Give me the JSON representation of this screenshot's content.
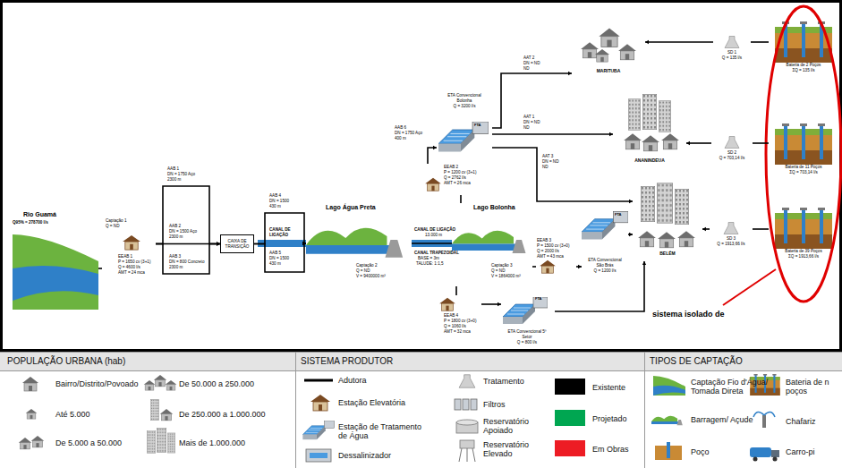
{
  "diagram": {
    "nodes": [
      {
        "text": [
          "Rio Guamá",
          "Q95% = 278700 l/s"
        ]
      },
      {
        "text": [
          "Captação 1",
          "Q = ND",
          "EEAB 1",
          "P = 1650 cv (3+1)",
          "Q = 4600 l/s",
          "AMT = 24 mca"
        ]
      },
      {
        "text": [
          "CAIXA DE TRANSIÇÃO"
        ]
      },
      {
        "text": [
          "Lago Água Preta",
          "Captação 2",
          "Q = ND",
          "V = 9400000 m³"
        ]
      },
      {
        "text": [
          "Lago Bolonha",
          "Captação 3",
          "Q = ND",
          "V = 1864000 m³"
        ]
      },
      {
        "text": [
          "EEAB 2",
          "P = 1200 cv (3+1)",
          "Q = 2762 l/s",
          "AMT = 26 mca"
        ]
      },
      {
        "text": [
          "ETA Convencional Bolonha",
          "Q = 3200 l/s",
          "FTA"
        ]
      },
      {
        "text": [
          "EEAB 3",
          "P = 1500 cv (3+0)",
          "Q = 2000 l/s",
          "AMT = 43 mca"
        ]
      },
      {
        "text": [
          "FTA",
          "ETA Convencional São Brás",
          "Q = 1200 l/s"
        ]
      },
      {
        "text": [
          "EEAB 4",
          "P = 1800 cv (3+0)",
          "Q = 1060 l/s",
          "AMT = 32 mca"
        ]
      },
      {
        "text": [
          "FTA",
          "ETA Convencional 5º Setor",
          "Q = 800 l/s"
        ]
      },
      {
        "text": [
          "MARITUBA"
        ]
      },
      {
        "text": [
          "ANANINDEUA"
        ]
      },
      {
        "text": [
          "BELÉM"
        ]
      },
      {
        "text": [
          "SD 1",
          "Q = 135 l/s"
        ]
      },
      {
        "text": [
          "SD 2",
          "Q = 703,14 l/s"
        ]
      },
      {
        "text": [
          "SD 3",
          "Q = 1913,66 l/s"
        ]
      },
      {
        "text": [
          "Bateria de 2 Poços",
          "ΣQ = 135 l/s"
        ]
      },
      {
        "text": [
          "Bateria de 11 Poços",
          "ΣQ = 703,14 l/s"
        ]
      },
      {
        "text": [
          "Bateria de 39 Poços",
          "ΣQ = 1913,66 l/s"
        ]
      }
    ],
    "edges": [
      {
        "from": 0,
        "to": 1,
        "arrow": "none"
      },
      {
        "from": 1,
        "to": 2,
        "label": "AAB 1",
        "arrow": "to"
      },
      {
        "from": 1,
        "to": 2,
        "label": "AAB 2",
        "arrow": "to"
      },
      {
        "from": 1,
        "to": 2,
        "label": "AAB 3",
        "arrow": "to"
      },
      {
        "from": 2,
        "to": 3,
        "label": "AAB 4",
        "arrow": "to"
      },
      {
        "from": 2,
        "to": 3,
        "label": "AAB 5",
        "arrow": "to"
      },
      {
        "from": 3,
        "to": 4,
        "label": "CANAL DE LIGAÇÃO",
        "arrow": "none"
      },
      {
        "from": 4,
        "to": 5,
        "arrow": "none"
      },
      {
        "from": 5,
        "to": 6,
        "label": "AAB 6",
        "arrow": "to"
      },
      {
        "from": 6,
        "to": 11,
        "label": "AAT 2",
        "arrow": "to"
      },
      {
        "from": 6,
        "to": 12,
        "label": "AAT 1",
        "arrow": "to"
      },
      {
        "from": 6,
        "to": 13,
        "label": "AAT 3",
        "arrow": "to"
      },
      {
        "from": 4,
        "to": 7,
        "arrow": "none"
      },
      {
        "from": 7,
        "to": 8,
        "arrow": "to"
      },
      {
        "from": 8,
        "to": 13,
        "arrow": "to"
      },
      {
        "from": 4,
        "to": 9,
        "arrow": "none"
      },
      {
        "from": 9,
        "to": 10,
        "arrow": "to"
      },
      {
        "from": 10,
        "to": 13,
        "arrow": "to"
      },
      {
        "from": 14,
        "to": 11,
        "arrow": "to"
      },
      {
        "from": 15,
        "to": 12,
        "arrow": "to"
      },
      {
        "from": 16,
        "to": 13,
        "arrow": "to"
      },
      {
        "from": 17,
        "to": 14,
        "arrow": "none"
      },
      {
        "from": 18,
        "to": 15,
        "arrow": "none"
      },
      {
        "from": 19,
        "to": 16,
        "arrow": "none"
      }
    ],
    "labels": [
      "DN = 1750 Aço",
      "2300 m",
      "DN = 1500 Aço",
      "2300 m",
      "DN = 800 Concreto",
      "2300 m",
      "DN = 1500",
      "430 m",
      "DN = 1500",
      "430 m",
      "CANAL DE LIGAÇÃO",
      "13.000 m",
      "CANAL TRAPEZOIDAL",
      "BASE = 3m",
      "TALUDE: 1:1,5",
      "DN = 1750 Aço",
      "400 m",
      "DN = ND",
      "ND",
      "DN = ND",
      "ND",
      "DN = ND",
      "ND",
      "sistema isolado de",
      "POPULAÇÃO URBANA (hab)",
      "SISTEMA PRODUTOR",
      "TIPOS DE CAPTAÇÃO"
    ],
    "legend": [
      {
        "text": "Bairro/Distrito/Povoado"
      },
      {
        "text": "Até 5.000"
      },
      {
        "text": "De 5.000 a 50.000"
      },
      {
        "text": "De 50.000 a 250.000"
      },
      {
        "text": "De 250.000 a 1.000.000"
      },
      {
        "text": "Mais de 1.000.000"
      },
      {
        "text": "Adutora"
      },
      {
        "text": "Estação Elevatória"
      },
      {
        "text": "Estação de Tratamento de Água"
      },
      {
        "text": "Dessalinizador"
      },
      {
        "text": "Tratamento"
      },
      {
        "text": "Filtros"
      },
      {
        "text": "Reservatório Apoiado"
      },
      {
        "text": "Reservatório Elevado"
      },
      {
        "text": "Existente",
        "color": "#000000"
      },
      {
        "text": "Projetado",
        "color": "#00a651"
      },
      {
        "text": "Em Obras",
        "color": "#ed1c24"
      },
      {
        "text": "Captação Fio d'Água/ Tomada Direta"
      },
      {
        "text": "Barragem/ Açude"
      },
      {
        "text": "Poço"
      },
      {
        "text": "Bateria de n poços"
      },
      {
        "text": "Chafariz"
      },
      {
        "text": "Carro-pi"
      }
    ]
  }
}
